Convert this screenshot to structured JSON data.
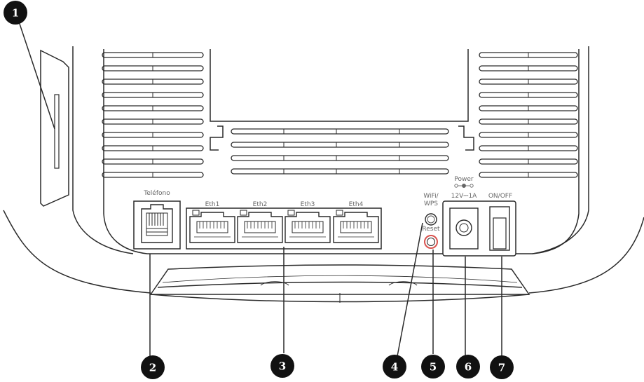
{
  "ports": {
    "phone": "Teléfono",
    "eth": [
      "Eth1",
      "Eth2",
      "Eth3",
      "Eth4"
    ],
    "wps_line1": "WiFi/",
    "wps_line2": "WPS",
    "reset": "Reset",
    "power_title": "Power",
    "power_rating": "12V⎓1A",
    "onoff": "ON/OFF"
  },
  "callouts": [
    "1",
    "2",
    "3",
    "4",
    "5",
    "6",
    "7"
  ],
  "colors": {
    "outline": "#2a2a2a",
    "badge": "#111111",
    "reset_ring": "#d9534f"
  }
}
